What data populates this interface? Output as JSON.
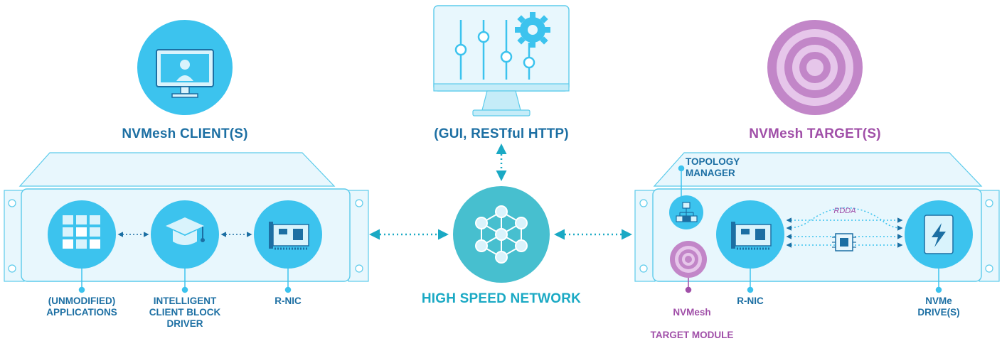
{
  "client": {
    "title": "NVMesh CLIENT(S)",
    "labels": {
      "applications": "(UNMODIFIED)\nAPPLICATIONS",
      "driver": "INTELLIGENT\nCLIENT BLOCK\nDRIVER",
      "rnic": "R-NIC"
    }
  },
  "management": {
    "title": "(GUI, RESTful HTTP)"
  },
  "network": {
    "title": "HIGH SPEED NETWORK"
  },
  "target": {
    "title": "NVMesh TARGET(S)",
    "labels": {
      "topology": "TOPOLOGY\nMANAGER",
      "module_line1": "NVMesh",
      "module_line2": "TARGET MODULE",
      "rnic": "R-NIC",
      "drives": "NVMe\nDRIVE(S)",
      "rdda": "RDDA"
    }
  },
  "colors": {
    "cyan": "#3cc3ee",
    "light": "#d9f3fc",
    "panel": "#e8f7fd",
    "outline": "#5ccbeb",
    "teal": "#47bfcf",
    "tealDark": "#1aa9c4",
    "navy": "#1c6fa3",
    "purple": "#c286c8",
    "purpleDark": "#a04fa8"
  }
}
